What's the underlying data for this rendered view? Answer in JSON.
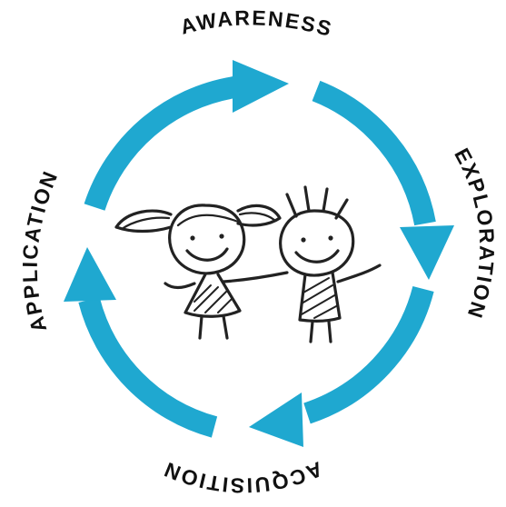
{
  "cycle": {
    "stages": [
      {
        "id": "awareness",
        "label": "AWARENESS"
      },
      {
        "id": "exploration",
        "label": "EXPLORATION"
      },
      {
        "id": "acquisition",
        "label": "ACQUISITION"
      },
      {
        "id": "application",
        "label": "APPLICATION"
      }
    ],
    "arrow_color": "#1fa8d0",
    "text_color": "#111111"
  },
  "illustration": {
    "icon": "two-kids-holding-hands-sketch"
  }
}
